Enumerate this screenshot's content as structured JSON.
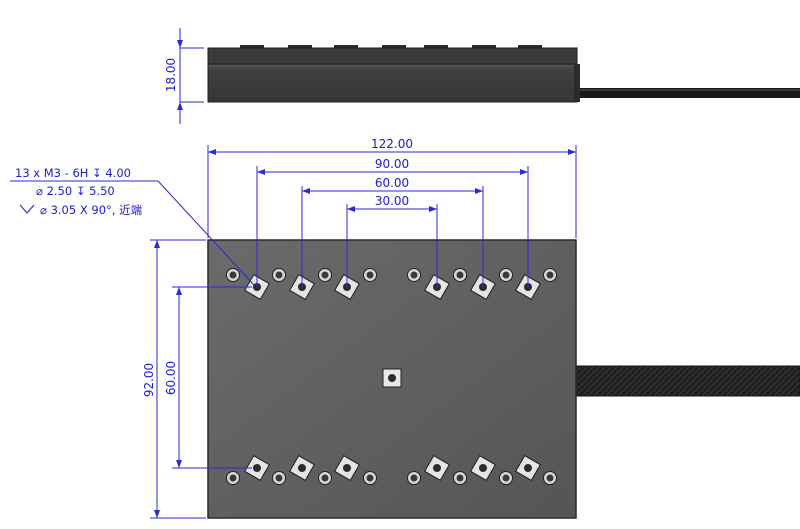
{
  "colors": {
    "dimension": "#1b1bd6",
    "plate_face": "#5e5e5e",
    "plate_edge": "#2a2a2a",
    "cable": "#1a1a1a",
    "background": "#ffffff"
  },
  "dimensions": {
    "height_side": "18.00",
    "overall_width": "122.00",
    "hole_span_outer": "90.00",
    "hole_span_middle": "60.00",
    "hole_span_inner": "30.00",
    "overall_depth": "92.00",
    "hole_row_spacing": "60.00"
  },
  "callout": {
    "line1": "13 x  M3 - 6H ↧ 4.00",
    "line2": "⌀ 2.50 ↧ 5.50",
    "line3": "⌀ 3.05 X 90°, 近端"
  },
  "icons": {
    "countersink": "countersink-icon",
    "depth": "depth-symbol-icon",
    "diameter": "diameter-symbol-icon"
  }
}
